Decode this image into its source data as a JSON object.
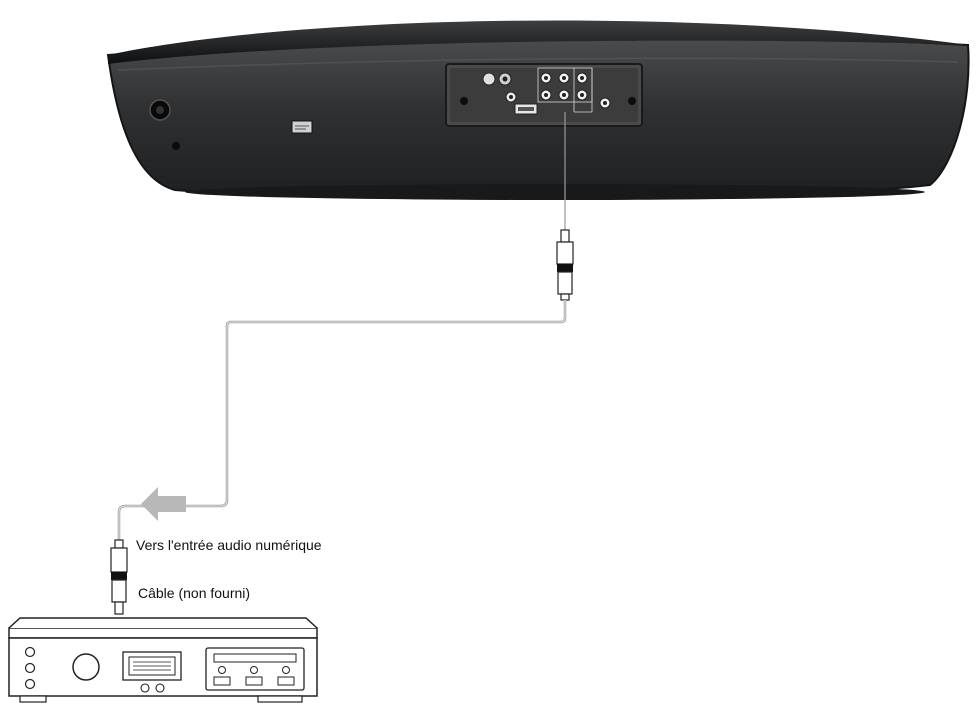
{
  "labels": {
    "digital_audio_input": "Vers l'entrée audio numérique",
    "cable": "Câble (non fourni)"
  },
  "icons": {
    "device": "soundbar-rear-panel",
    "receiver": "audio-receiver-icon",
    "arrow": "left-arrow-icon"
  },
  "colors": {
    "soundbar_body": "#2b2d2f",
    "soundbar_top": "#111214",
    "panel": "#3a3a3a",
    "cable": "#9a9a9a",
    "arrow": "#b8b8b8",
    "outline": "#222222"
  }
}
